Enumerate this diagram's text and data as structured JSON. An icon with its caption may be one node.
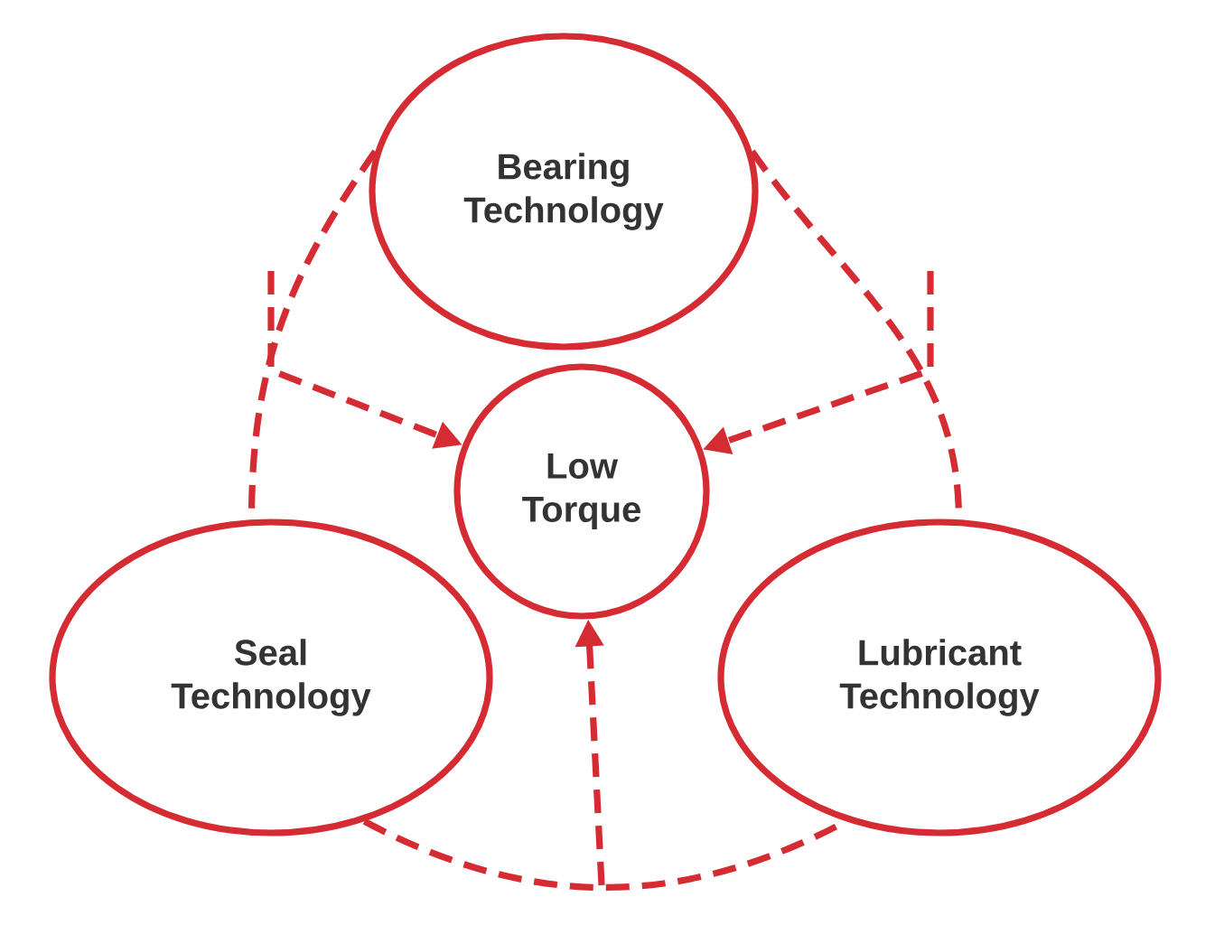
{
  "diagram": {
    "nodes": [
      {
        "text": [
          "Bearing Technology"
        ]
      },
      {
        "text": [
          "Low Torque"
        ]
      },
      {
        "text": [
          "Seal Technology"
        ]
      },
      {
        "text": [
          "Lubricant Technology"
        ]
      }
    ],
    "edges": [
      {
        "from": 0,
        "to": 2,
        "arrow": "none",
        "style": "dashed"
      },
      {
        "from": 0,
        "to": 3,
        "arrow": "none",
        "style": "dashed"
      },
      {
        "from": 2,
        "to": 3,
        "arrow": "none",
        "style": "dashed"
      },
      {
        "from": null,
        "to": 1,
        "arrow": "to",
        "style": "dashed"
      },
      {
        "from": null,
        "to": 1,
        "arrow": "to",
        "style": "dashed"
      },
      {
        "from": null,
        "to": 1,
        "arrow": "to",
        "style": "dashed"
      }
    ]
  }
}
